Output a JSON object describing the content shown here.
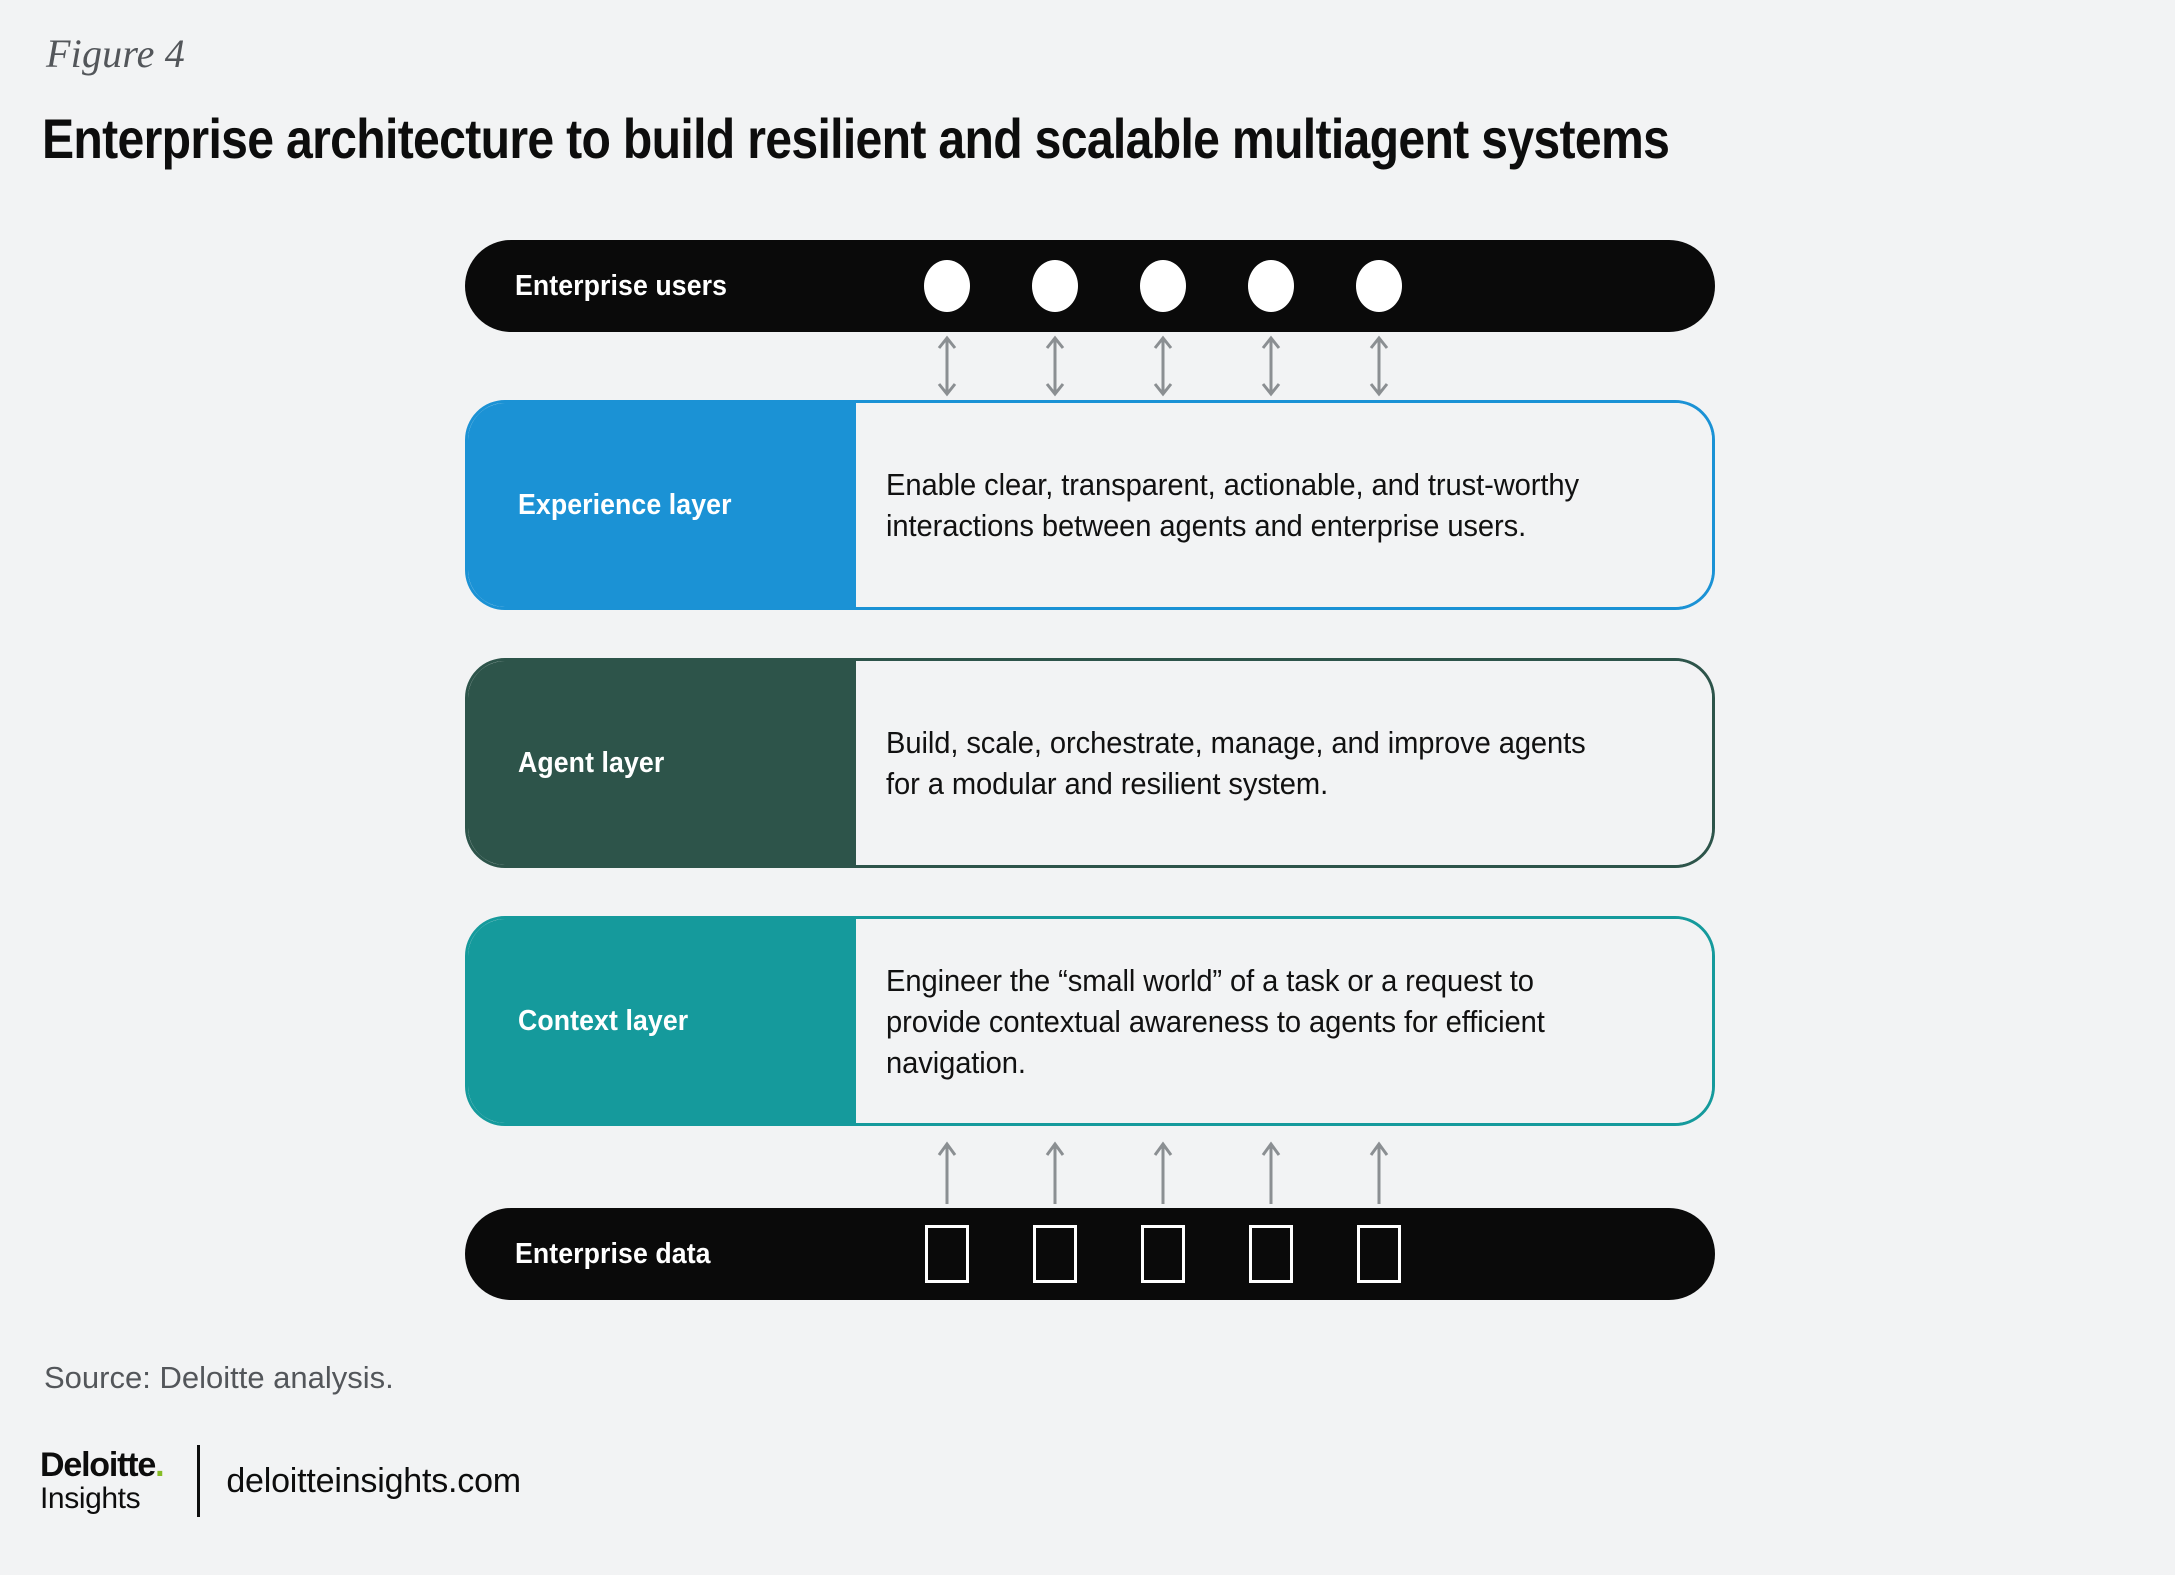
{
  "figure": {
    "label": "Figure 4",
    "title": "Enterprise architecture to build resilient and scalable multiagent systems"
  },
  "colors": {
    "background": "#f2f3f4",
    "dark_bar": "#0a0a0a",
    "experience_blue": "#1b92d5",
    "agent_green": "#2d544a",
    "context_teal": "#159a9c",
    "arrow_gray": "#8b8f92",
    "source_gray": "#53565a",
    "logo_green": "#86bc25"
  },
  "top_bar": {
    "label": "Enterprise users",
    "icon": "user-circle-icon",
    "icon_count": 5
  },
  "bottom_bar": {
    "label": "Enterprise data",
    "icon": "data-square-icon",
    "icon_count": 5
  },
  "connectors": {
    "top": {
      "icon": "double-headed-vertical-arrow-icon",
      "count": 5
    },
    "bottom": {
      "icon": "up-arrow-icon",
      "count": 5
    }
  },
  "layers": [
    {
      "key": "experience",
      "name": "Experience layer",
      "description": "Enable clear, transparent, actionable, and trust-worthy interactions between agents and enterprise users.",
      "color": "#1b92d5",
      "border": true
    },
    {
      "key": "agent",
      "name": "Agent layer",
      "description": "Build, scale, orchestrate, manage, and improve agents for a modular and resilient system.",
      "color": "#2d544a",
      "border": true
    },
    {
      "key": "context",
      "name": "Context layer",
      "description": "Engineer the “small world” of a task or a request to provide contextual awareness to agents for efficient navigation.",
      "color": "#159a9c",
      "border": true
    }
  ],
  "footer": {
    "source": "Source: Deloitte analysis.",
    "logo_primary": "Deloitte",
    "logo_dot": ".",
    "logo_secondary": "Insights",
    "url": "deloitteinsights.com"
  }
}
